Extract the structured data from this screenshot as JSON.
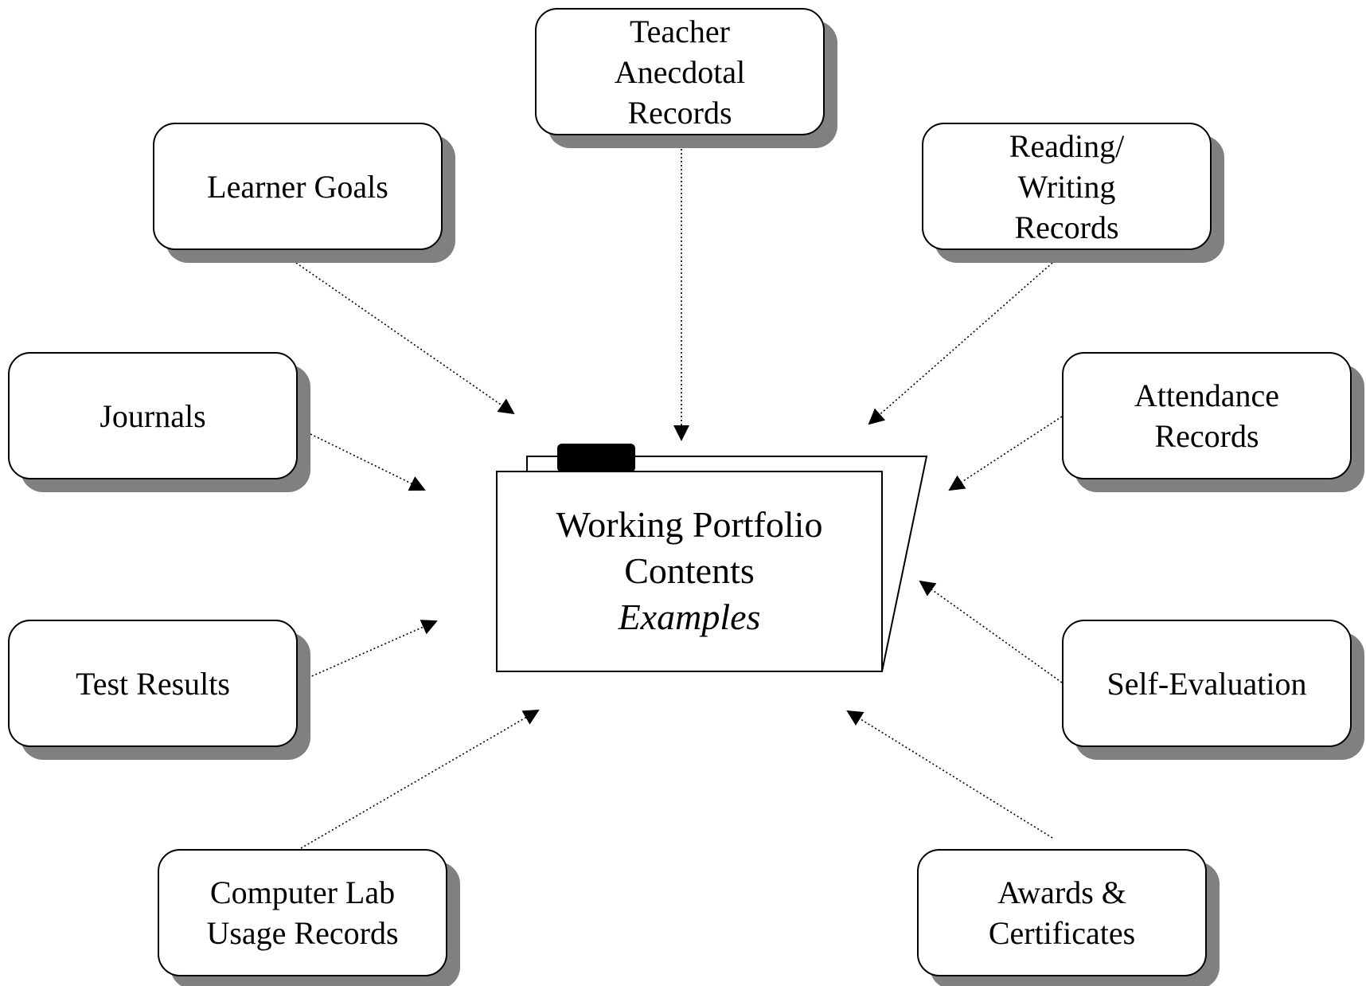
{
  "center": {
    "lines": [
      "Working Portfolio",
      "Contents"
    ],
    "subtitle": "Examples"
  },
  "nodes": [
    {
      "id": "teacher-anecdotal-records",
      "lines": [
        "Teacher",
        "Anecdotal",
        "Records"
      ]
    },
    {
      "id": "learner-goals",
      "lines": [
        "Learner Goals"
      ]
    },
    {
      "id": "reading-writing-records",
      "lines": [
        "Reading/",
        "Writing",
        "Records"
      ]
    },
    {
      "id": "journals",
      "lines": [
        "Journals"
      ]
    },
    {
      "id": "attendance-records",
      "lines": [
        "Attendance",
        "Records"
      ]
    },
    {
      "id": "test-results",
      "lines": [
        "Test Results"
      ]
    },
    {
      "id": "self-evaluation",
      "lines": [
        "Self-Evaluation"
      ]
    },
    {
      "id": "computer-lab-usage-records",
      "lines": [
        "Computer Lab",
        "Usage Records"
      ]
    },
    {
      "id": "awards-certificates",
      "lines": [
        "Awards &",
        "Certificates"
      ]
    }
  ],
  "edges": [
    {
      "from": "teacher-anecdotal-records",
      "to": "center",
      "style": "dotted",
      "arrow": "end"
    },
    {
      "from": "learner-goals",
      "to": "center",
      "style": "dotted",
      "arrow": "end"
    },
    {
      "from": "reading-writing-records",
      "to": "center",
      "style": "dotted",
      "arrow": "end"
    },
    {
      "from": "journals",
      "to": "center",
      "style": "dotted",
      "arrow": "end"
    },
    {
      "from": "attendance-records",
      "to": "center",
      "style": "dotted",
      "arrow": "end"
    },
    {
      "from": "test-results",
      "to": "center",
      "style": "dotted",
      "arrow": "end"
    },
    {
      "from": "self-evaluation",
      "to": "center",
      "style": "dotted",
      "arrow": "end"
    },
    {
      "from": "computer-lab-usage-records",
      "to": "center",
      "style": "dotted",
      "arrow": "end"
    },
    {
      "from": "awards-certificates",
      "to": "center",
      "style": "dotted",
      "arrow": "end"
    }
  ],
  "colors": {
    "stroke": "#000000",
    "shadow": "#808080",
    "fill": "#ffffff",
    "tab": "#000000"
  }
}
